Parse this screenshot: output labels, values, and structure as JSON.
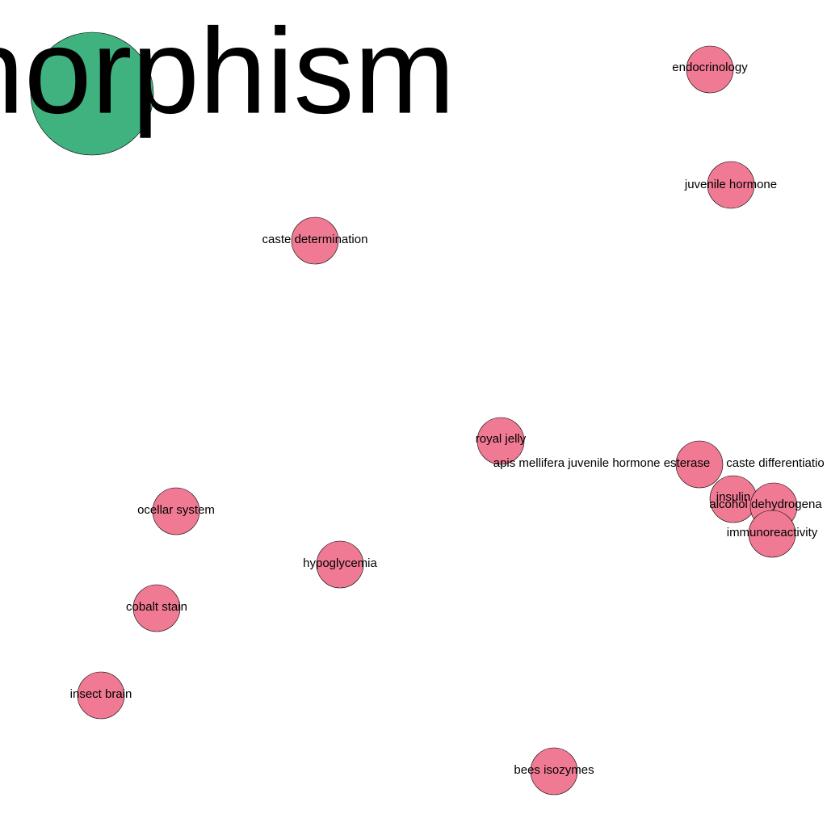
{
  "colors": {
    "hub": "#3fb27f",
    "node": "#f07a93",
    "stroke": "#000000",
    "text": "#000000",
    "background": "#ffffff"
  },
  "hub": {
    "label": "norphism"
  },
  "nodes": [
    {
      "id": "endocrinology",
      "label": "endocrinology"
    },
    {
      "id": "juvenile-hormone",
      "label": "juvenile hormone"
    },
    {
      "id": "caste-determination",
      "label": "caste determination"
    },
    {
      "id": "royal-jelly",
      "label": "royal jelly"
    },
    {
      "id": "apis-mellifera-juvenile-hormone-esterase",
      "label": "apis mellifera juvenile hormone esterase"
    },
    {
      "id": "caste-differentiation",
      "label": "caste differentiatio"
    },
    {
      "id": "insulin",
      "label": "insulin"
    },
    {
      "id": "alcohol-dehydrogenase",
      "label": "alcohol dehydrogena"
    },
    {
      "id": "immunoreactivity",
      "label": "immunoreactivity"
    },
    {
      "id": "ocellar-system",
      "label": "ocellar system"
    },
    {
      "id": "hypoglycemia",
      "label": "hypoglycemia"
    },
    {
      "id": "cobalt-stain",
      "label": "cobalt stain"
    },
    {
      "id": "insect-brain",
      "label": "insect brain"
    },
    {
      "id": "bees-isozymes",
      "label": "bees isozymes"
    }
  ]
}
